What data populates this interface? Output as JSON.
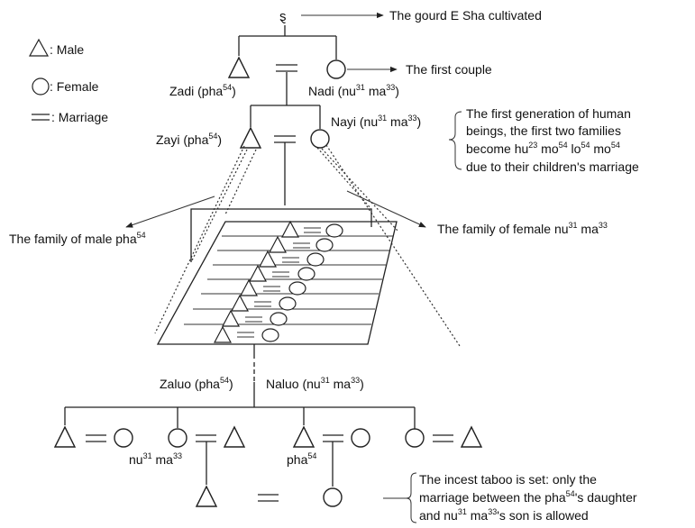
{
  "legend": {
    "male": ": Male",
    "female": ": Female",
    "marriage": ": Marriage"
  },
  "gourd": {
    "label": "The gourd E Sha cultivated"
  },
  "first_couple": {
    "label": "The first couple",
    "male_name": "Zadi (pha",
    "male_sup": "54",
    "male_close": ")",
    "female_name": "Nadi (nu",
    "female_sup1": "31",
    "female_mid": " ma",
    "female_sup2": "33",
    "female_close": ")"
  },
  "first_generation": {
    "male_name": "Zayi (pha",
    "male_sup": "54",
    "male_close": ")",
    "female_name": "Nayi (nu",
    "female_sup1": "31",
    "female_mid": " ma",
    "female_sup2": "33",
    "female_close": ")",
    "note_line1": "The first generation of human",
    "note_line2": "beings, the first two families",
    "note_line3_a": "become hu",
    "note_line3_s1": "23",
    "note_line3_b": " mo",
    "note_line3_s2": "54",
    "note_line3_c": " lo",
    "note_line3_s3": "54",
    "note_line3_d": " mo",
    "note_line3_s4": "54",
    "note_line4": "due to their children's marriage"
  },
  "families": {
    "male_label": "The family of male pha",
    "male_sup": "54",
    "female_label": "The family of female nu",
    "female_sup1": "31",
    "female_mid": " ma",
    "female_sup2": "33"
  },
  "last_couple": {
    "male_name": "Zaluo (pha",
    "male_sup": "54",
    "male_close": ")",
    "female_name": "Naluo (nu",
    "female_sup1": "31",
    "female_mid": " ma",
    "female_sup2": "33",
    "female_close": ")"
  },
  "children": {
    "nu_label": "nu",
    "nu_sup1": "31",
    "nu_mid": " ma",
    "nu_sup2": "33",
    "pha_label": "pha",
    "pha_sup": "54"
  },
  "taboo": {
    "line1": "The incest taboo is set: only the",
    "line2_a": "marriage between the pha",
    "line2_s": "54",
    "line2_b": "'s daughter",
    "line3_a": "and nu",
    "line3_s1": "31",
    "line3_b": " ma",
    "line3_s2": "33",
    "line3_c": "'s son is allowed"
  }
}
